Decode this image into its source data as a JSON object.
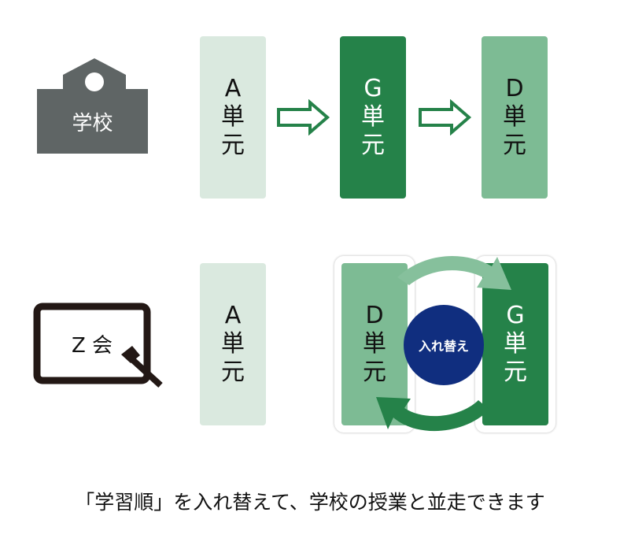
{
  "school": {
    "label": "学校",
    "units": [
      {
        "letter": "A",
        "word1": "単",
        "word2": "元"
      },
      {
        "letter": "G",
        "word1": "単",
        "word2": "元"
      },
      {
        "letter": "D",
        "word1": "単",
        "word2": "元"
      }
    ]
  },
  "zkai": {
    "label": "Z 会",
    "units": [
      {
        "letter": "A",
        "word1": "単",
        "word2": "元"
      },
      {
        "letter": "D",
        "word1": "単",
        "word2": "元"
      },
      {
        "letter": "G",
        "word1": "単",
        "word2": "元"
      }
    ],
    "swap_label": "入れ替え"
  },
  "caption": "「学習順」を入れ替えて、学校の授業と並走できます",
  "colors": {
    "light": "#dae9df",
    "dark": "#258249",
    "mid": "#7dbb94",
    "school_gray": "#5f6565",
    "navy": "#102e7f"
  }
}
